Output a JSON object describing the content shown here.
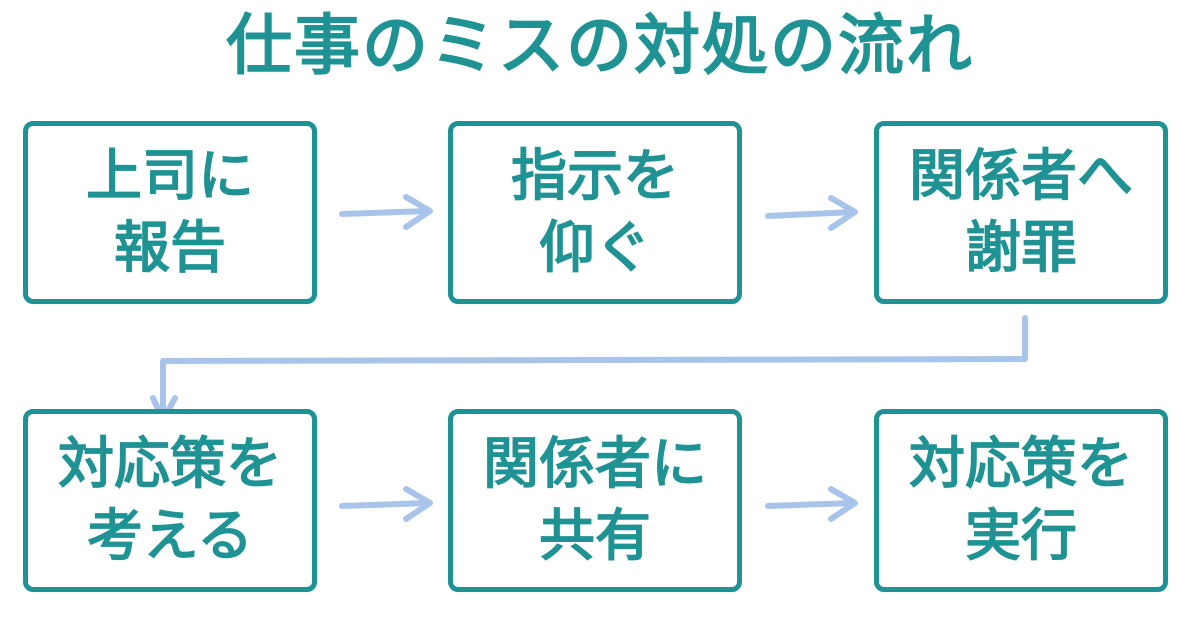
{
  "title": "仕事のミスの対処の流れ",
  "colors": {
    "primary": "#1f9294",
    "arrow": "#a9c4ea",
    "background": "#ffffff"
  },
  "steps": [
    {
      "line1": "上司に",
      "line2": "報告"
    },
    {
      "line1": "指示を",
      "line2": "仰ぐ"
    },
    {
      "line1": "関係者へ",
      "line2": "謝罪"
    },
    {
      "line1": "対応策を",
      "line2": "考える"
    },
    {
      "line1": "関係者に",
      "line2": "共有"
    },
    {
      "line1": "対応策を",
      "line2": "実行"
    }
  ]
}
